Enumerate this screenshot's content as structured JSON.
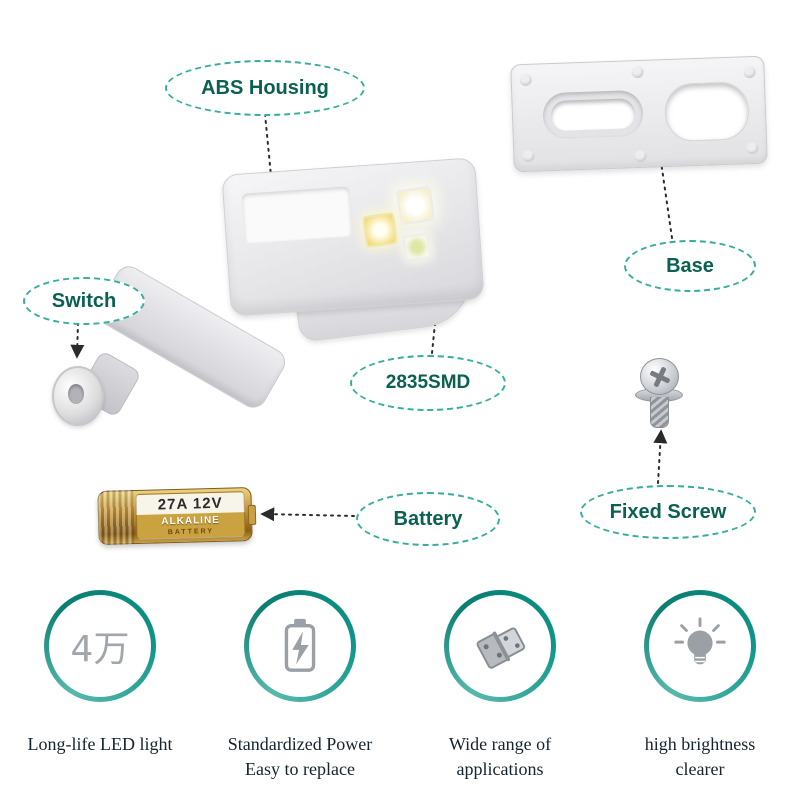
{
  "colors": {
    "accent_teal": "#0e9488",
    "callout_green": "#0a6152",
    "battery_gold": "#c79a3a"
  },
  "callouts": {
    "abs_housing": "ABS Housing",
    "base": "Base",
    "switch": "Switch",
    "smd": "2835SMD",
    "battery": "Battery",
    "fixed_screw": "Fixed Screw"
  },
  "battery_label": {
    "model": "27A 12V",
    "type": "ALKALINE",
    "word": "BATTERY"
  },
  "features": [
    {
      "icon": "lifespan-icon",
      "icon_text": "4万",
      "label": "Long-life LED light"
    },
    {
      "icon": "battery-power-icon",
      "label": "Standardized Power\nEasy to replace"
    },
    {
      "icon": "hinge-icon",
      "label": "Wide range of\napplications"
    },
    {
      "icon": "bulb-icon",
      "label": "high brightness\nclearer"
    }
  ]
}
